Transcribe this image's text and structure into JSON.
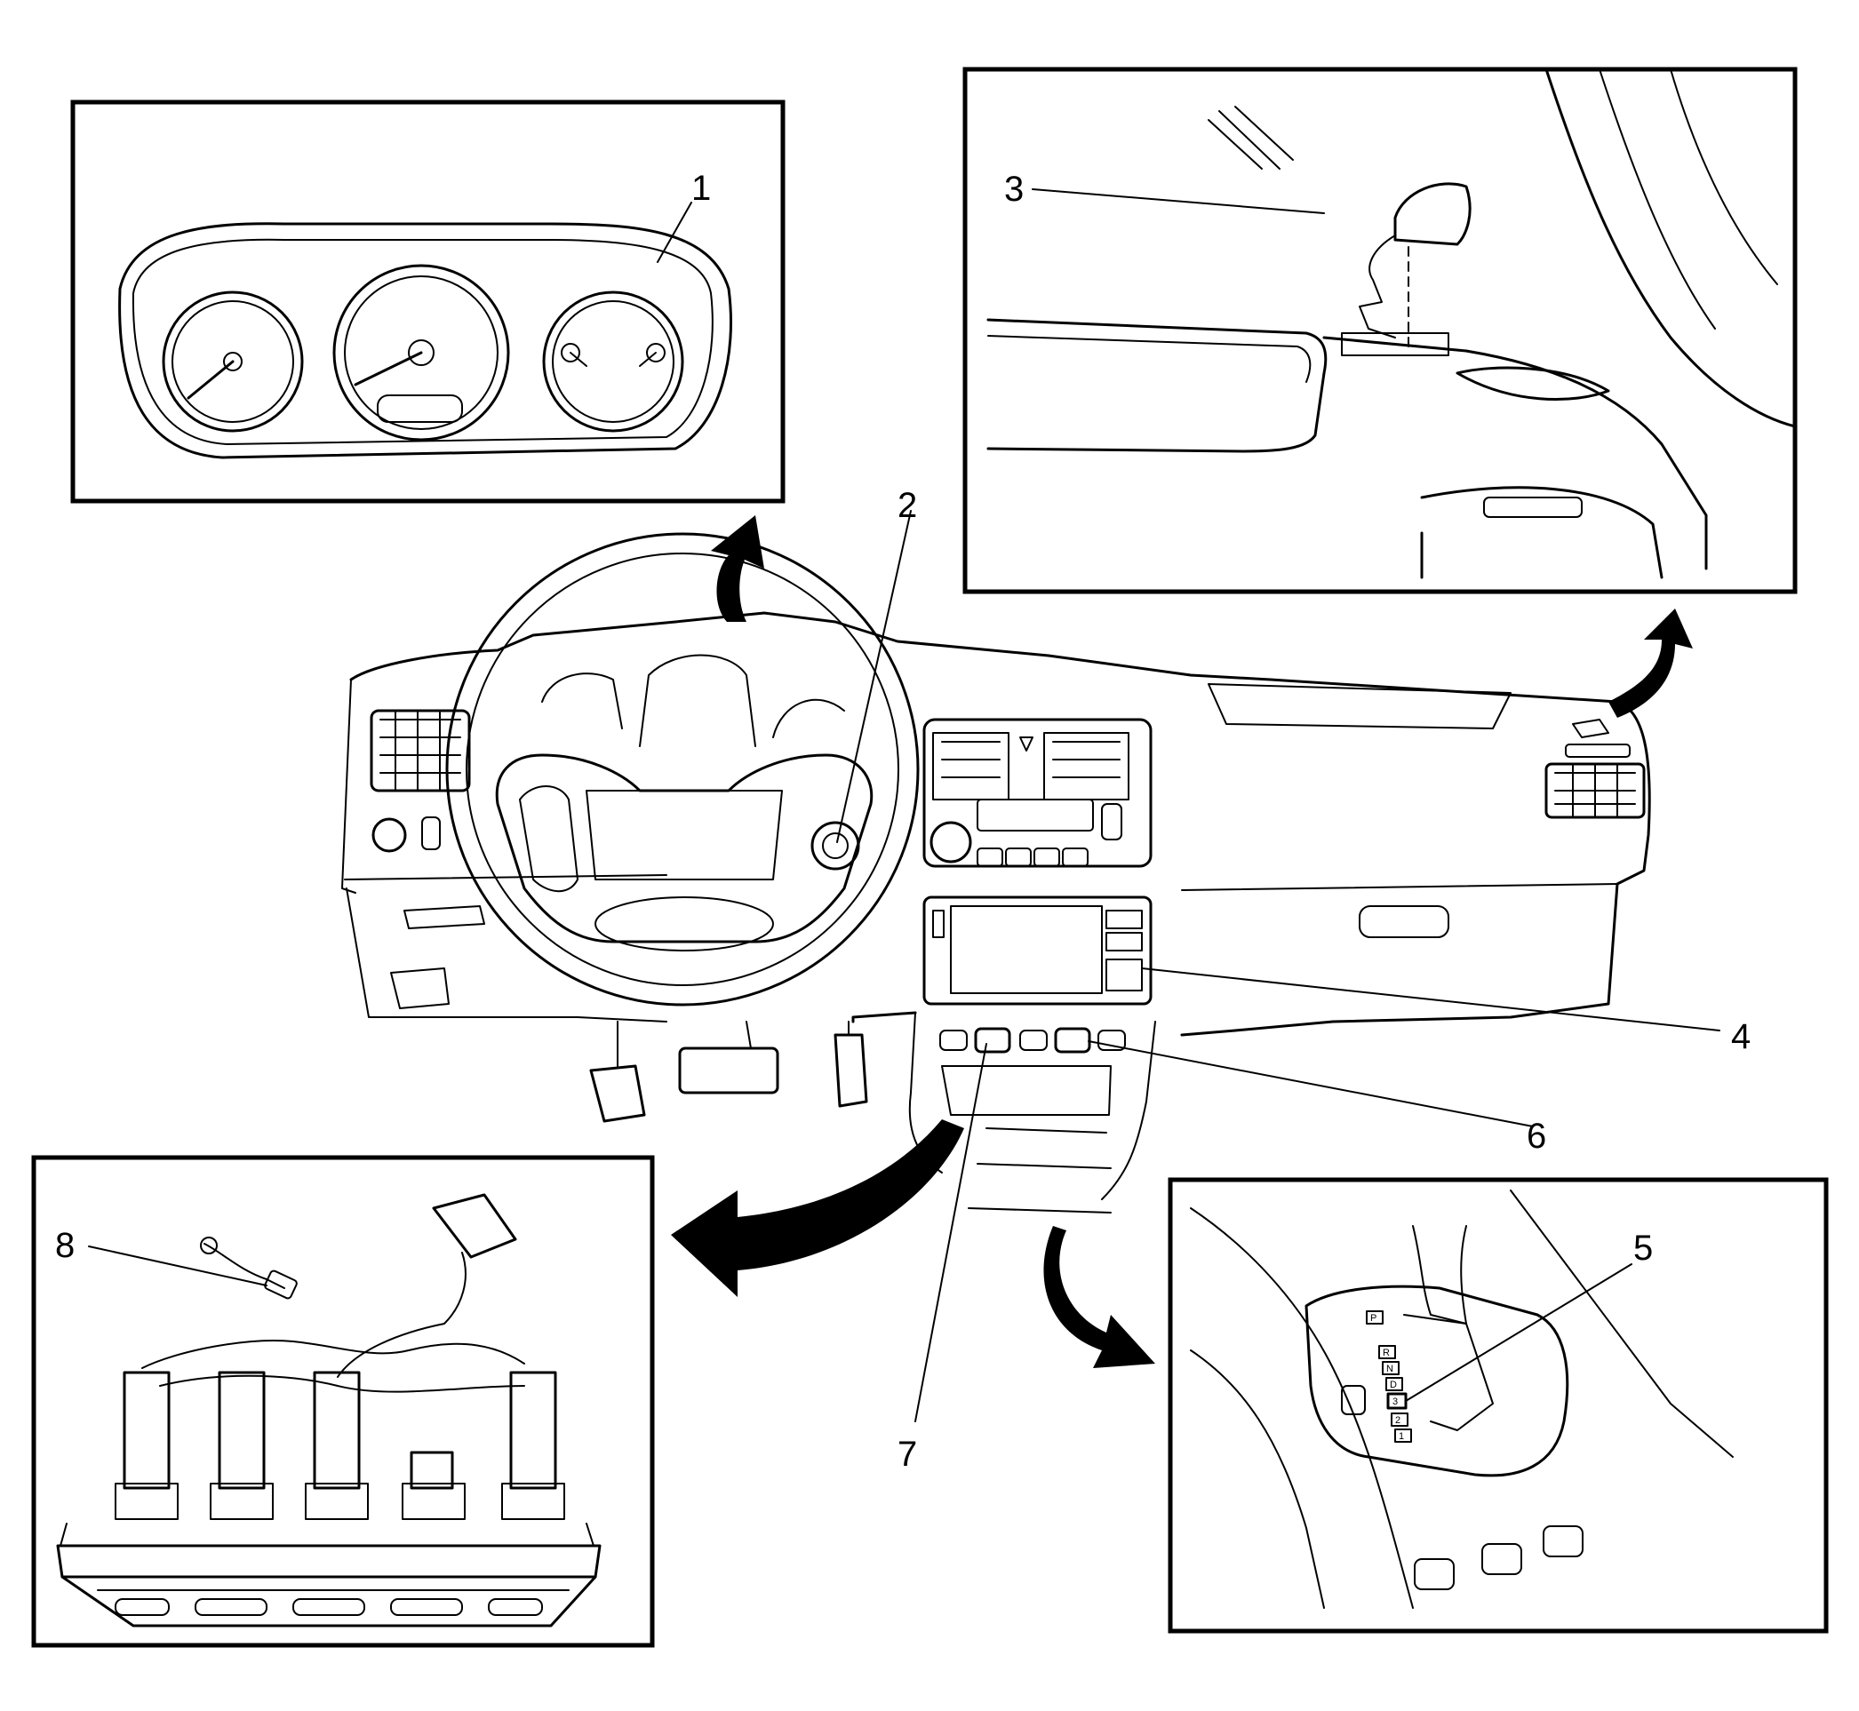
{
  "figure": {
    "callouts": [
      {
        "id": "1",
        "label": "1"
      },
      {
        "id": "2",
        "label": "2"
      },
      {
        "id": "3",
        "label": "3"
      },
      {
        "id": "4",
        "label": "4"
      },
      {
        "id": "5",
        "label": "5"
      },
      {
        "id": "6",
        "label": "6"
      },
      {
        "id": "7",
        "label": "7"
      },
      {
        "id": "8",
        "label": "8"
      }
    ],
    "shift_indicator_letters": [
      "P",
      "R",
      "N",
      "D",
      "3",
      "2",
      "1"
    ]
  }
}
